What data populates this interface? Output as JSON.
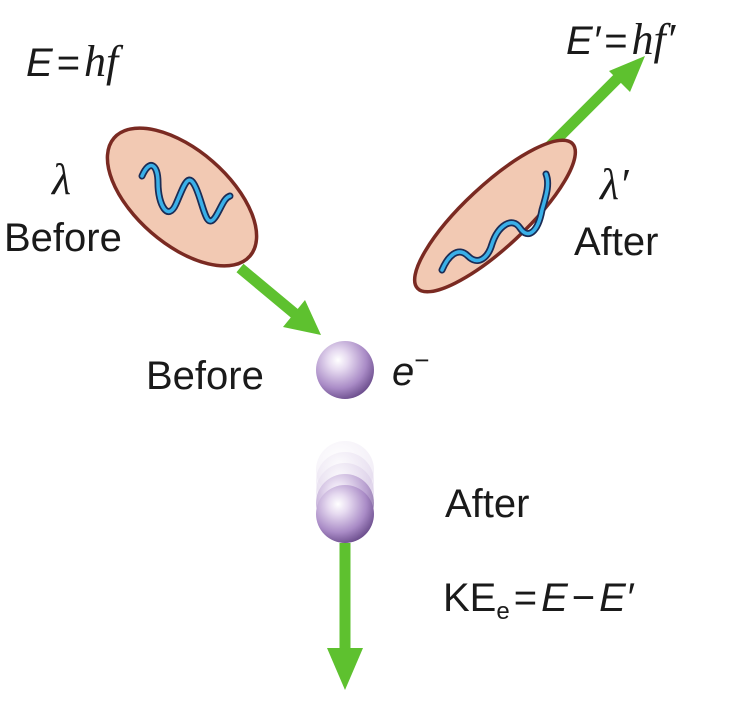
{
  "equations": {
    "incident_energy": {
      "lhs": "E",
      "eq": "=",
      "rhs": "hf"
    },
    "scattered_energy": {
      "lhs": "E′",
      "eq": "=",
      "rhs": "hf′"
    },
    "kinetic_energy": {
      "ke": "KE",
      "sub": "e",
      "eq": "=",
      "e": "E",
      "minus": "−",
      "eprime": "E′"
    }
  },
  "incident_photon": {
    "wavelength": "λ",
    "label": "Before"
  },
  "scattered_photon": {
    "wavelength": "λ′",
    "label": "After"
  },
  "electron_before": {
    "label": "Before",
    "symbol": "e",
    "charge": "−"
  },
  "electron_after": {
    "label": "After"
  },
  "colors": {
    "arrow": "#5ec12f",
    "ellipse_fill": "#f2c9b3",
    "ellipse_stroke": "#7a2a22",
    "wave": "#2a9fd6",
    "electron": "#b79ed2"
  }
}
